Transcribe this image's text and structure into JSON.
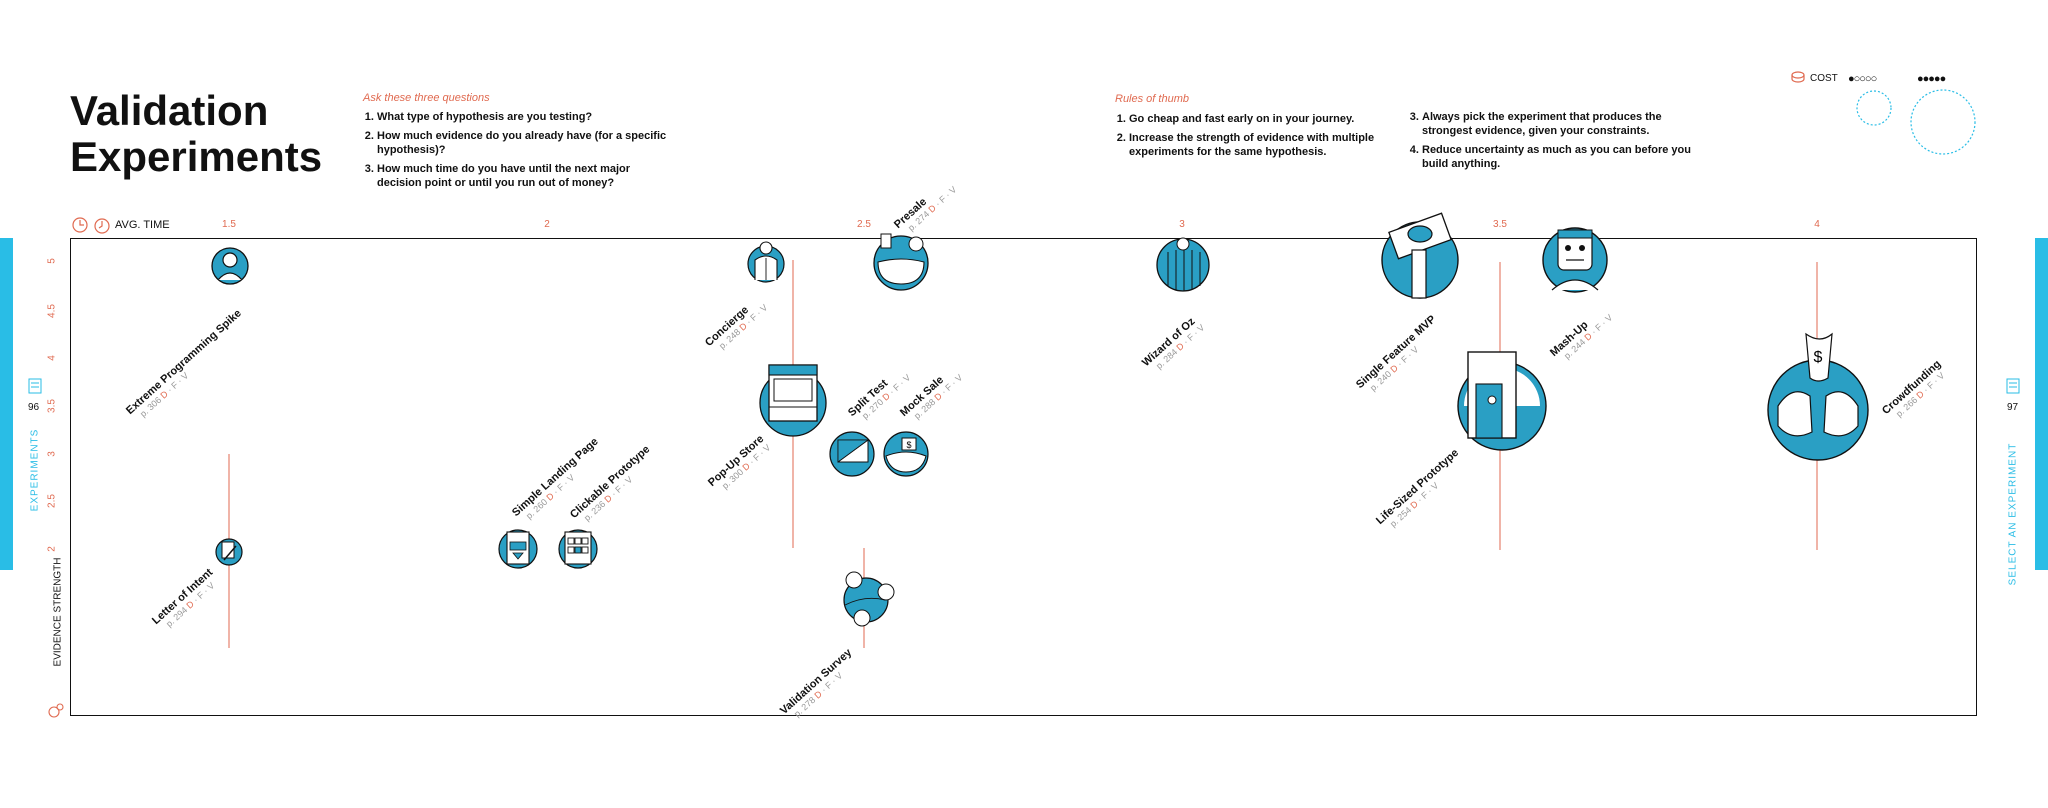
{
  "header": {
    "title_line1": "Validation",
    "title_line2": "Experiments",
    "questions_heading": "Ask these three questions",
    "questions": [
      "What type of hypothesis are you testing?",
      "How much evidence do you already have (for a specific hypothesis)?",
      "How much time do you have until the next major decision point or until you run out of money?"
    ],
    "rules_heading": "Rules of thumb",
    "rules_left": [
      "Go cheap and fast early on in your journey.",
      "Increase the strength of evidence with multiple experiments for the same hypothesis."
    ],
    "rules_right": [
      "Always pick the experiment that produces the strongest evidence, given your constraints.",
      "Reduce uncertainty as much as you can before you build anything."
    ]
  },
  "legend": {
    "cost_label": "COST",
    "cost_low": "●○○○○",
    "cost_high": "●●●●●"
  },
  "axes": {
    "time_label": "AVG. TIME",
    "evidence_label": "EVIDENCE STRENGTH",
    "x_ticks": [
      "1.5",
      "2",
      "2.5",
      "3",
      "3.5",
      "4"
    ],
    "y_ticks": [
      "5",
      "4.5",
      "4",
      "3.5",
      "3",
      "2.5",
      "2"
    ]
  },
  "pages": {
    "left_number": "96",
    "right_number": "97",
    "left_section": "EXPERIMENTS",
    "right_section": "SELECT AN EXPERIMENT"
  },
  "colors": {
    "accent": "#29bde6",
    "icon_fill": "#2a9fc4",
    "label_red": "#e06a50",
    "ink": "#111111"
  },
  "experiments": [
    {
      "name": "Extreme Programming Spike",
      "page": "p. 306",
      "icon": "person-icon"
    },
    {
      "name": "Letter of Intent",
      "page": "p. 294",
      "icon": "pen-icon"
    },
    {
      "name": "Simple Landing Page",
      "page": "p. 260",
      "icon": "landing-page-icon"
    },
    {
      "name": "Clickable Prototype",
      "page": "p. 236",
      "icon": "grid-icon"
    },
    {
      "name": "Concierge",
      "page": "p. 248",
      "icon": "butler-icon"
    },
    {
      "name": "Pop-Up Store",
      "page": "p. 300",
      "icon": "store-icon"
    },
    {
      "name": "Presale",
      "page": "p. 274",
      "icon": "money-bag-icon"
    },
    {
      "name": "Split Test",
      "page": "p. 270",
      "icon": "split-icon"
    },
    {
      "name": "Mock Sale",
      "page": "p. 288",
      "icon": "hand-dollar-icon"
    },
    {
      "name": "Validation Survey",
      "page": "p. 278",
      "icon": "faces-icon"
    },
    {
      "name": "Wizard of Oz",
      "page": "p. 284",
      "icon": "curtain-icon"
    },
    {
      "name": "Single Feature MVP",
      "page": "p. 240",
      "icon": "button-icon"
    },
    {
      "name": "Life-Sized Prototype",
      "page": "p. 254",
      "icon": "door-icon"
    },
    {
      "name": "Mash-Up",
      "page": "p. 244",
      "icon": "robot-icon"
    },
    {
      "name": "Crowdfunding",
      "page": "p. 266",
      "icon": "hands-money-icon"
    }
  ],
  "dfv": {
    "d": "D",
    "f": "F",
    "v": "V"
  }
}
